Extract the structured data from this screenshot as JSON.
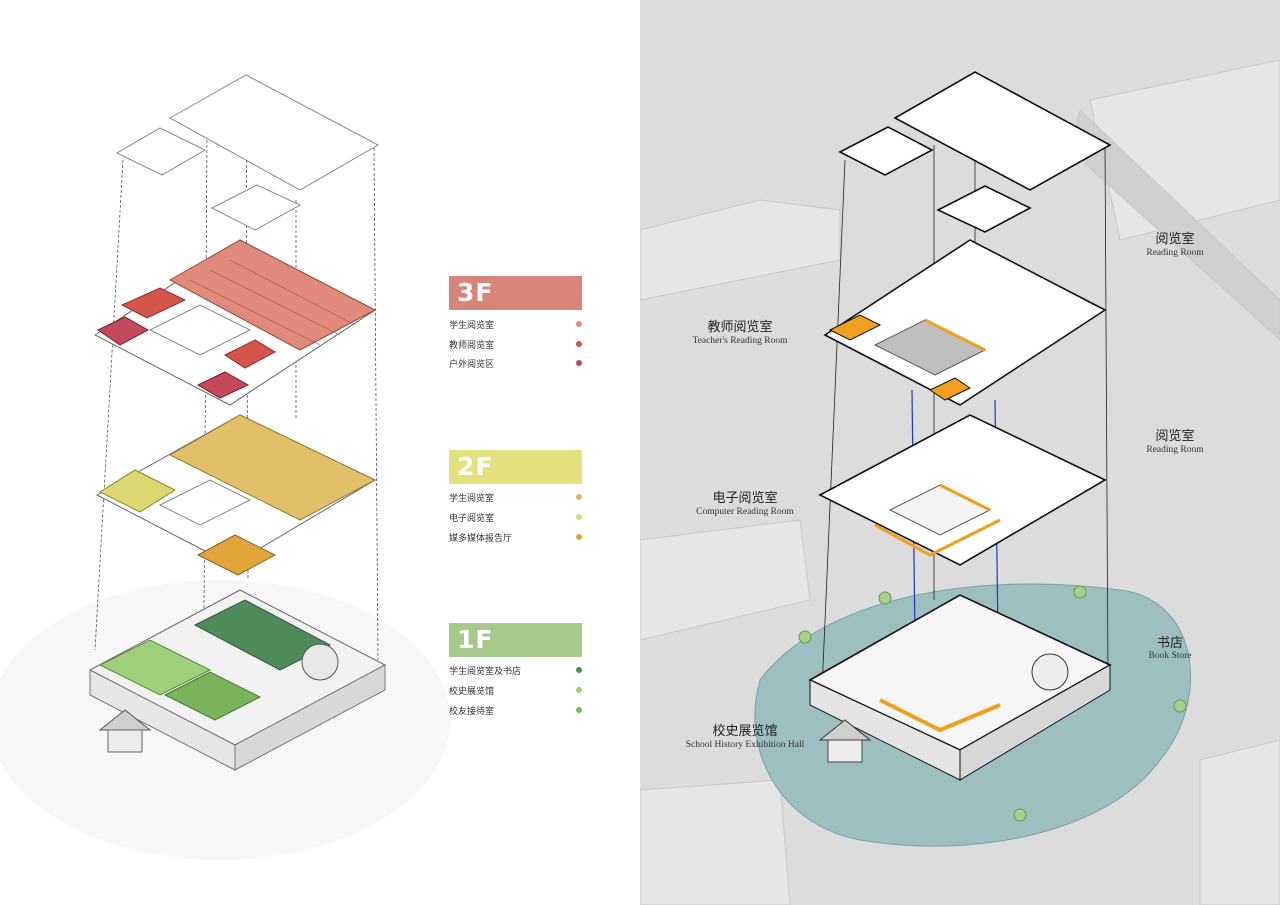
{
  "colors": {
    "floor3_badge": "#d98478",
    "floor2_badge": "#e4e07f",
    "floor1_badge": "#a6c98c",
    "right_background": "#dcdcdc",
    "water": "#9dbfbf",
    "circulation_orange": "#f0a020",
    "path_blue": "#2035c8",
    "people_red": "#c8101a"
  },
  "legend": {
    "floor3": {
      "badge": "3F",
      "items": [
        {
          "label": "学生阅览室",
          "color": "#e4897c"
        },
        {
          "label": "教师阅览室",
          "color": "#d5554a"
        },
        {
          "label": "户外阅览区",
          "color": "#c24a5a"
        }
      ]
    },
    "floor2": {
      "badge": "2F",
      "items": [
        {
          "label": "学生阅览室",
          "color": "#e0b55f"
        },
        {
          "label": "电子阅览室",
          "color": "#dcd770"
        },
        {
          "label": "媒多媒体报告厅",
          "color": "#e1a43a"
        }
      ]
    },
    "floor1": {
      "badge": "1F",
      "items": [
        {
          "label": "学生阅览室及书店",
          "color": "#4f8a5a"
        },
        {
          "label": "校史展览馆",
          "color": "#9fcf7a"
        },
        {
          "label": "校友接待室",
          "color": "#7ab35a"
        }
      ]
    }
  },
  "annotations": {
    "reading_room_3f": {
      "cn": "阅览室",
      "en": "Reading Room"
    },
    "teacher_reading_room": {
      "cn": "教师阅览室",
      "en": "Teacher's Reading Room"
    },
    "reading_room_2f": {
      "cn": "阅览室",
      "en": "Reading Room"
    },
    "computer_reading_room": {
      "cn": "电子阅览室",
      "en": "Computer Reading Room"
    },
    "book_store": {
      "cn": "书店",
      "en": "Book Store"
    },
    "school_history_hall": {
      "cn": "校史展览馆",
      "en": "School History Exhibition Hall"
    }
  }
}
